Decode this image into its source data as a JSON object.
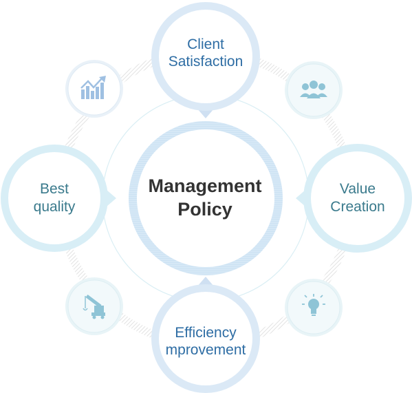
{
  "center": {
    "line1": "Management",
    "line2": "Policy"
  },
  "nodes": {
    "client": {
      "line1": "Client",
      "line2": "Satisfaction"
    },
    "value": {
      "line1": "Value",
      "line2": "Creation"
    },
    "efficiency": {
      "line1": "Efficiency",
      "line2": "mprovement"
    },
    "quality": {
      "line1": "Best",
      "line2": "quality"
    }
  },
  "icons": {
    "top_left": "chart-icon",
    "top_right": "people-icon",
    "bottom_left": "crane-icon",
    "bottom_right": "lightbulb-icon"
  },
  "colors": {
    "center_text": "#333333",
    "node_text_top": "#2e6da4",
    "node_text_side": "#3a7a8c",
    "ring_light": "#d8eef6",
    "ring_blue": "#cfe0f2",
    "icon_fill": "#9fc6e0",
    "connector_ring": "#e4e4e4"
  }
}
